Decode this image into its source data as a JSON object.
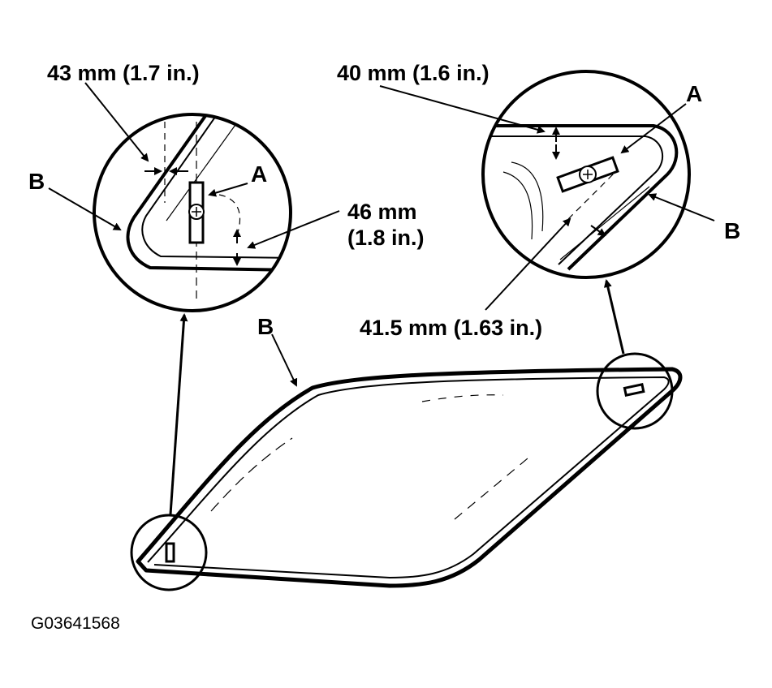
{
  "labels": {
    "left_detail_A": "A",
    "left_detail_B": "B",
    "left_dim_top": "43 mm (1.7 in.)",
    "left_dim_side_line1": "46 mm",
    "left_dim_side_line2": "(1.8 in.)",
    "right_detail_A": "A",
    "right_detail_B": "B",
    "right_dim_top": "40 mm (1.6 in.)",
    "right_dim_bottom": "41.5 mm (1.63 in.)",
    "glass_B": "B",
    "figure_code": "G03641568"
  }
}
